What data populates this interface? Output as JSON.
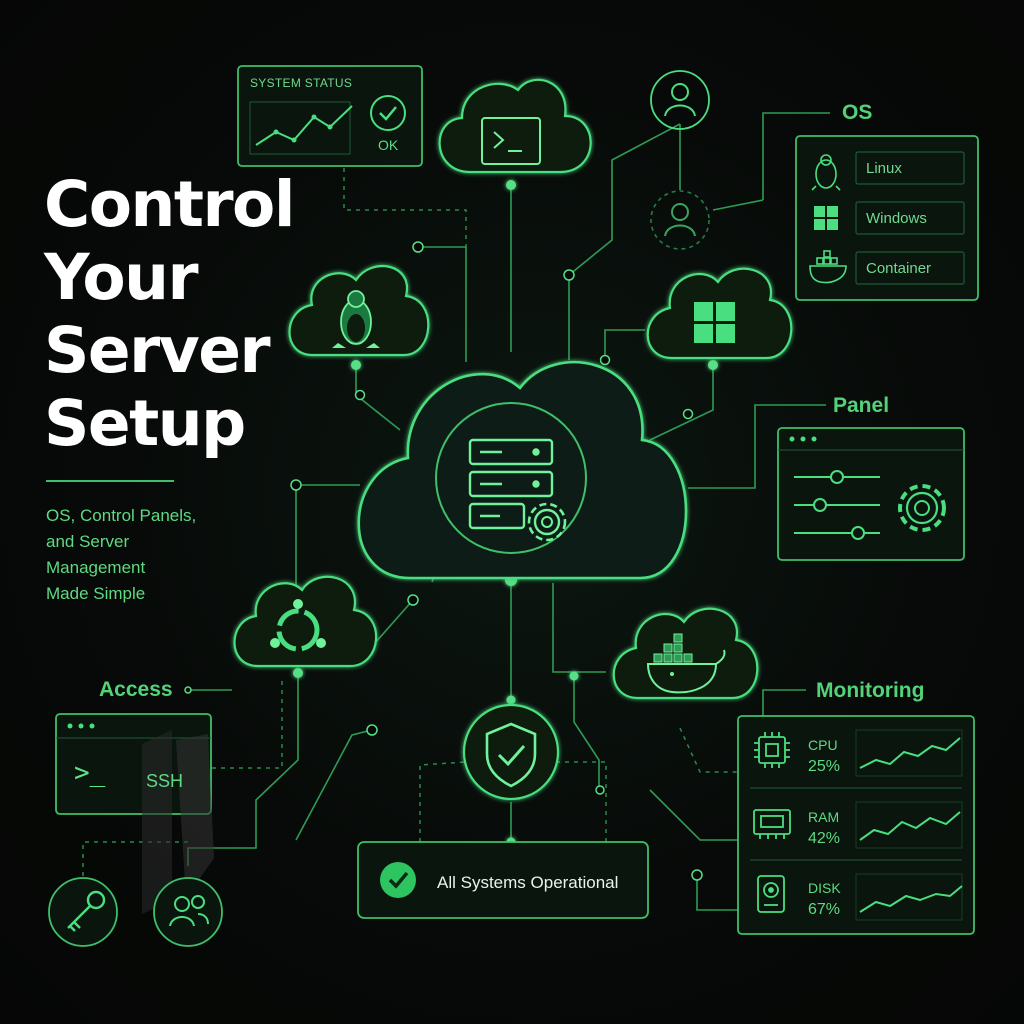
{
  "headline": [
    "Control",
    "Your",
    "Server",
    "Setup"
  ],
  "tagline": [
    "OS, Control Panels,",
    "and Server",
    "Management",
    "Made Simple"
  ],
  "system_status": {
    "label": "SYSTEM STATUS",
    "state": "OK"
  },
  "os": {
    "title": "OS",
    "items": [
      {
        "label": "Linux",
        "icon": "linux-penguin-icon"
      },
      {
        "label": "Windows",
        "icon": "windows-logo-icon"
      },
      {
        "label": "Container",
        "icon": "docker-whale-icon"
      }
    ]
  },
  "panel": {
    "title": "Panel"
  },
  "access": {
    "title": "Access",
    "ssh_label": "SSH",
    "prompt": ">_"
  },
  "monitoring": {
    "title": "Monitoring",
    "metrics": [
      {
        "name": "CPU",
        "value": "25%",
        "icon": "cpu-chip-icon"
      },
      {
        "name": "RAM",
        "value": "42%",
        "icon": "ram-module-icon"
      },
      {
        "name": "DISK",
        "value": "67%",
        "icon": "disk-drive-icon"
      }
    ]
  },
  "status_bar": {
    "text": "All Systems Operational"
  },
  "colors": {
    "accent": "#4ade80",
    "bright": "#5fe38a",
    "background": "#060807",
    "panel_bg": "#0a150e",
    "text_white": "#ffffff"
  }
}
